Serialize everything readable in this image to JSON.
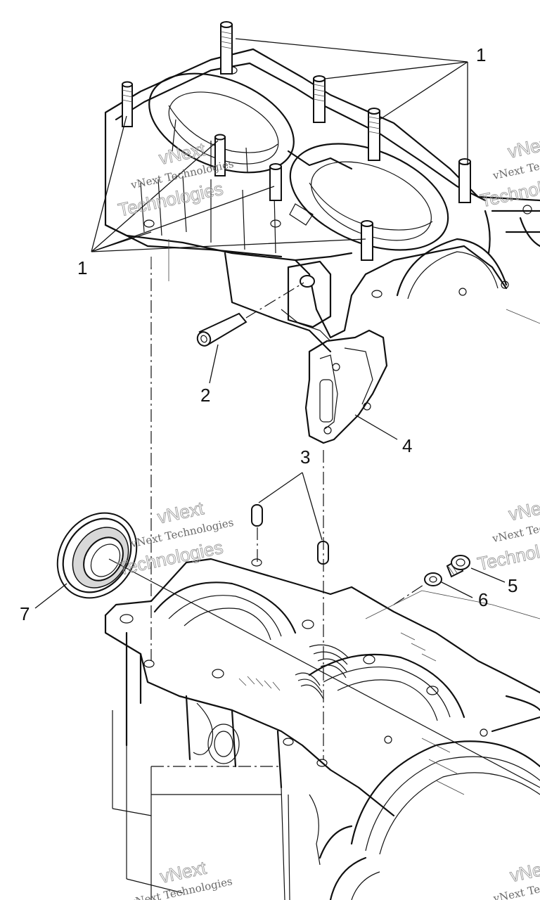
{
  "diagram": {
    "callouts": {
      "c1a": "1",
      "c1b": "1",
      "c2": "2",
      "c3": "3",
      "c4": "4",
      "c5": "5",
      "c6": "6",
      "c7": "7"
    },
    "watermark": {
      "company": "vNext Technologies",
      "word_a": "vNext",
      "word_b": "Technologies"
    }
  }
}
